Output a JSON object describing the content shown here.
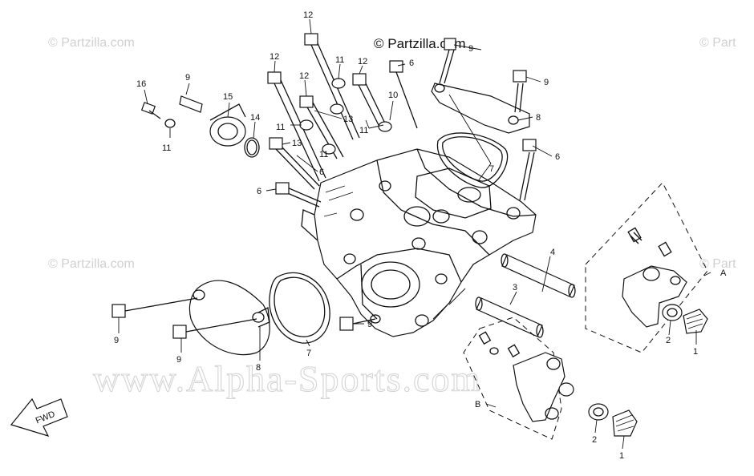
{
  "watermarks": {
    "header": "© Partzilla.com",
    "corner": "© Partzilla.com",
    "corner_right_cut": "© Part",
    "site": "www.Alpha-Sports.com"
  },
  "fwd_label": "FWD",
  "callouts": {
    "c1a": "1",
    "c1b": "1",
    "c2a": "2",
    "c2b": "2",
    "c3": "3",
    "c4": "4",
    "c6a": "6",
    "c6b": "6",
    "c6c": "6",
    "c6d": "6",
    "c7a": "7",
    "c7b": "7",
    "c8a": "8",
    "c8b": "8",
    "c9a": "9",
    "c9b": "9",
    "c9c": "9",
    "c9d": "9",
    "c9e": "9",
    "c9f": "9",
    "c10": "10",
    "c11a": "11",
    "c11b": "11",
    "c11c": "11",
    "c11d": "11",
    "c11e": "11",
    "c12a": "12",
    "c12b": "12",
    "c12c": "12",
    "c12d": "12",
    "c13a": "13",
    "c13b": "13",
    "c14": "14",
    "c15": "15",
    "c16": "16",
    "refA": "A",
    "refB": "B"
  }
}
